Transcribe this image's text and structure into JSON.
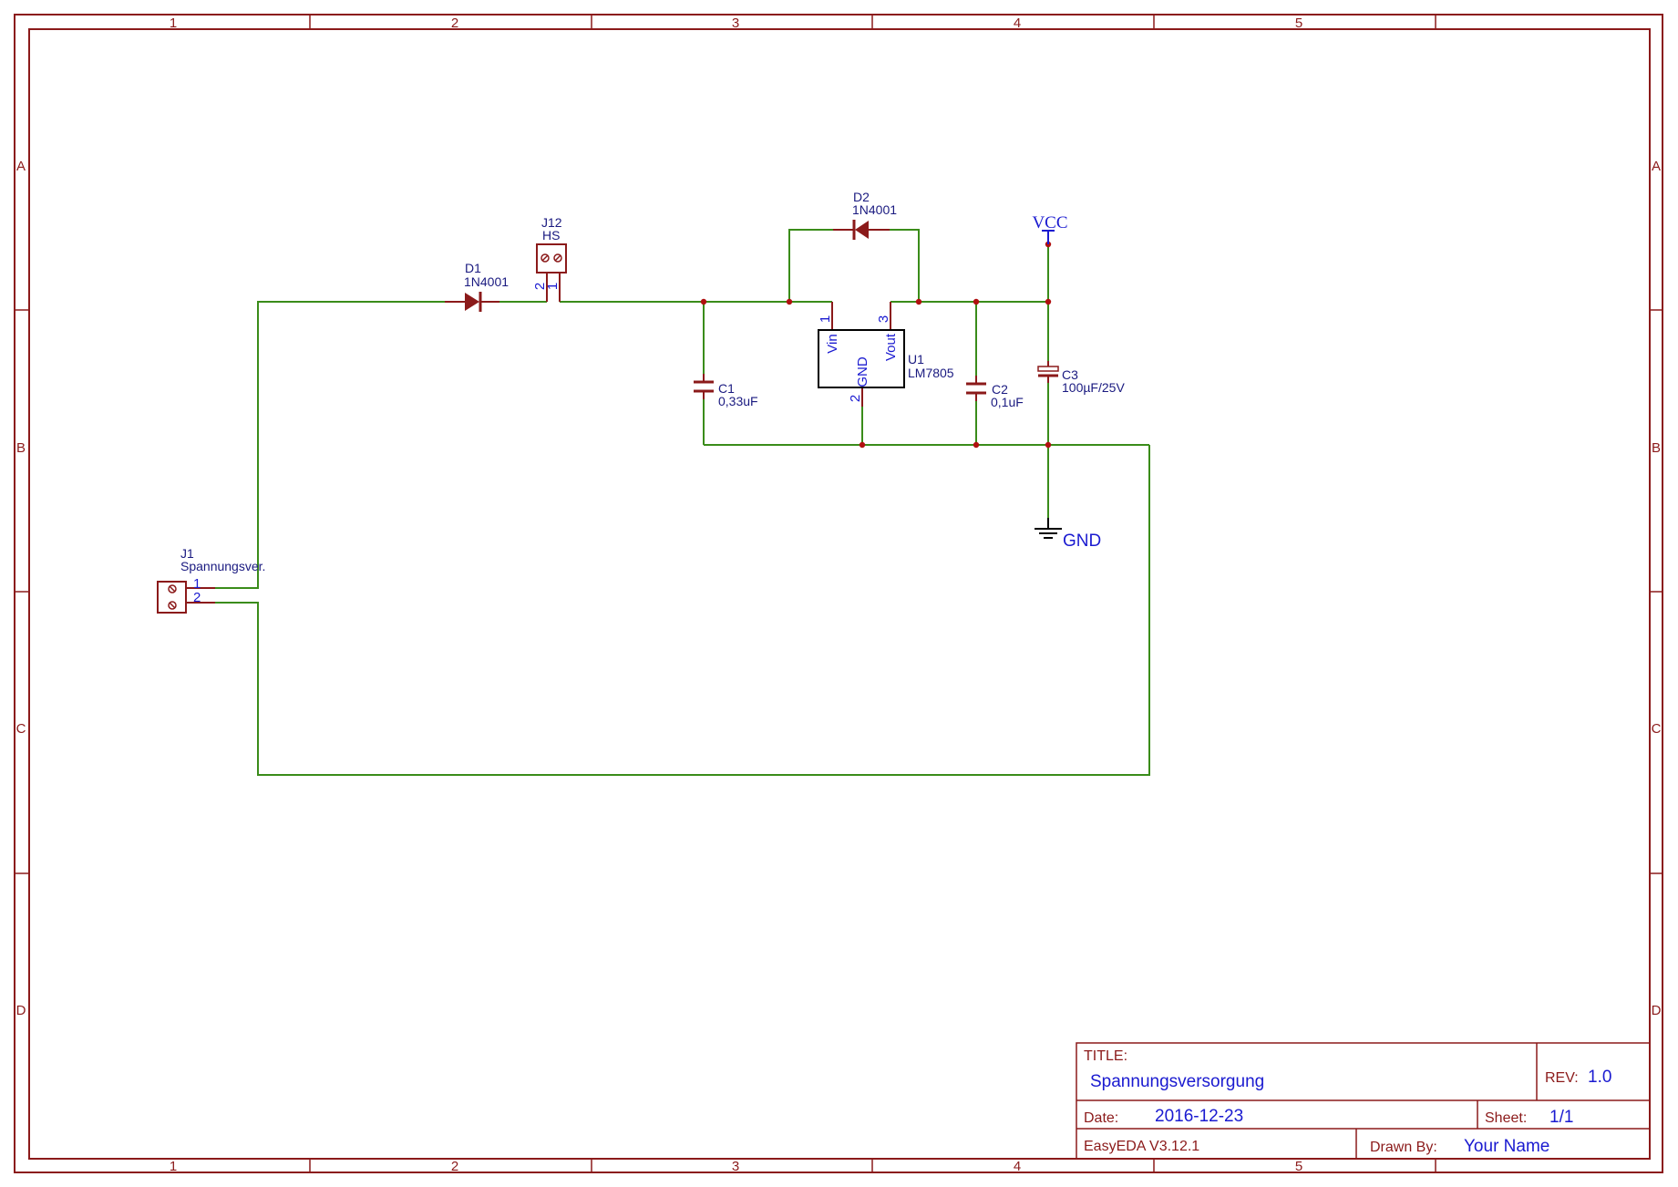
{
  "colors": {
    "frame": "#8b1a1a",
    "wire": "#3a8c1a",
    "junction": "#b01010",
    "designator": "#1a1a80",
    "pin_label": "#1a1ad0"
  },
  "zones": {
    "columns": [
      "1",
      "2",
      "3",
      "4",
      "5"
    ],
    "rows": [
      "A",
      "B",
      "C",
      "D"
    ]
  },
  "components": {
    "j1": {
      "ref": "J1",
      "value": "Spannungsver.",
      "pin1": "1",
      "pin2": "2"
    },
    "d1": {
      "ref": "D1",
      "value": "1N4001"
    },
    "j12": {
      "ref": "J12",
      "value": "HS",
      "pin1": "1",
      "pin2": "2"
    },
    "d2": {
      "ref": "D2",
      "value": "1N4001"
    },
    "u1": {
      "ref": "U1",
      "value": "LM7805",
      "pin1_num": "1",
      "pin1_name": "Vin",
      "pin2_num": "2",
      "pin2_name": "GND",
      "pin3_num": "3",
      "pin3_name": "Vout"
    },
    "c1": {
      "ref": "C1",
      "value": "0,33uF"
    },
    "c2": {
      "ref": "C2",
      "value": "0,1uF"
    },
    "c3": {
      "ref": "C3",
      "value": "100µF/25V"
    }
  },
  "nets": {
    "vcc": "VCC",
    "gnd": "GND"
  },
  "title_block": {
    "title_label": "TITLE:",
    "title": "Spannungsversorgung",
    "rev_label": "REV:",
    "rev": "1.0",
    "date_label": "Date:",
    "date": "2016-12-23",
    "sheet_label": "Sheet:",
    "sheet": "1/1",
    "tool": "EasyEDA V3.12.1",
    "drawn_label": "Drawn By:",
    "drawn_by": "Your Name"
  }
}
